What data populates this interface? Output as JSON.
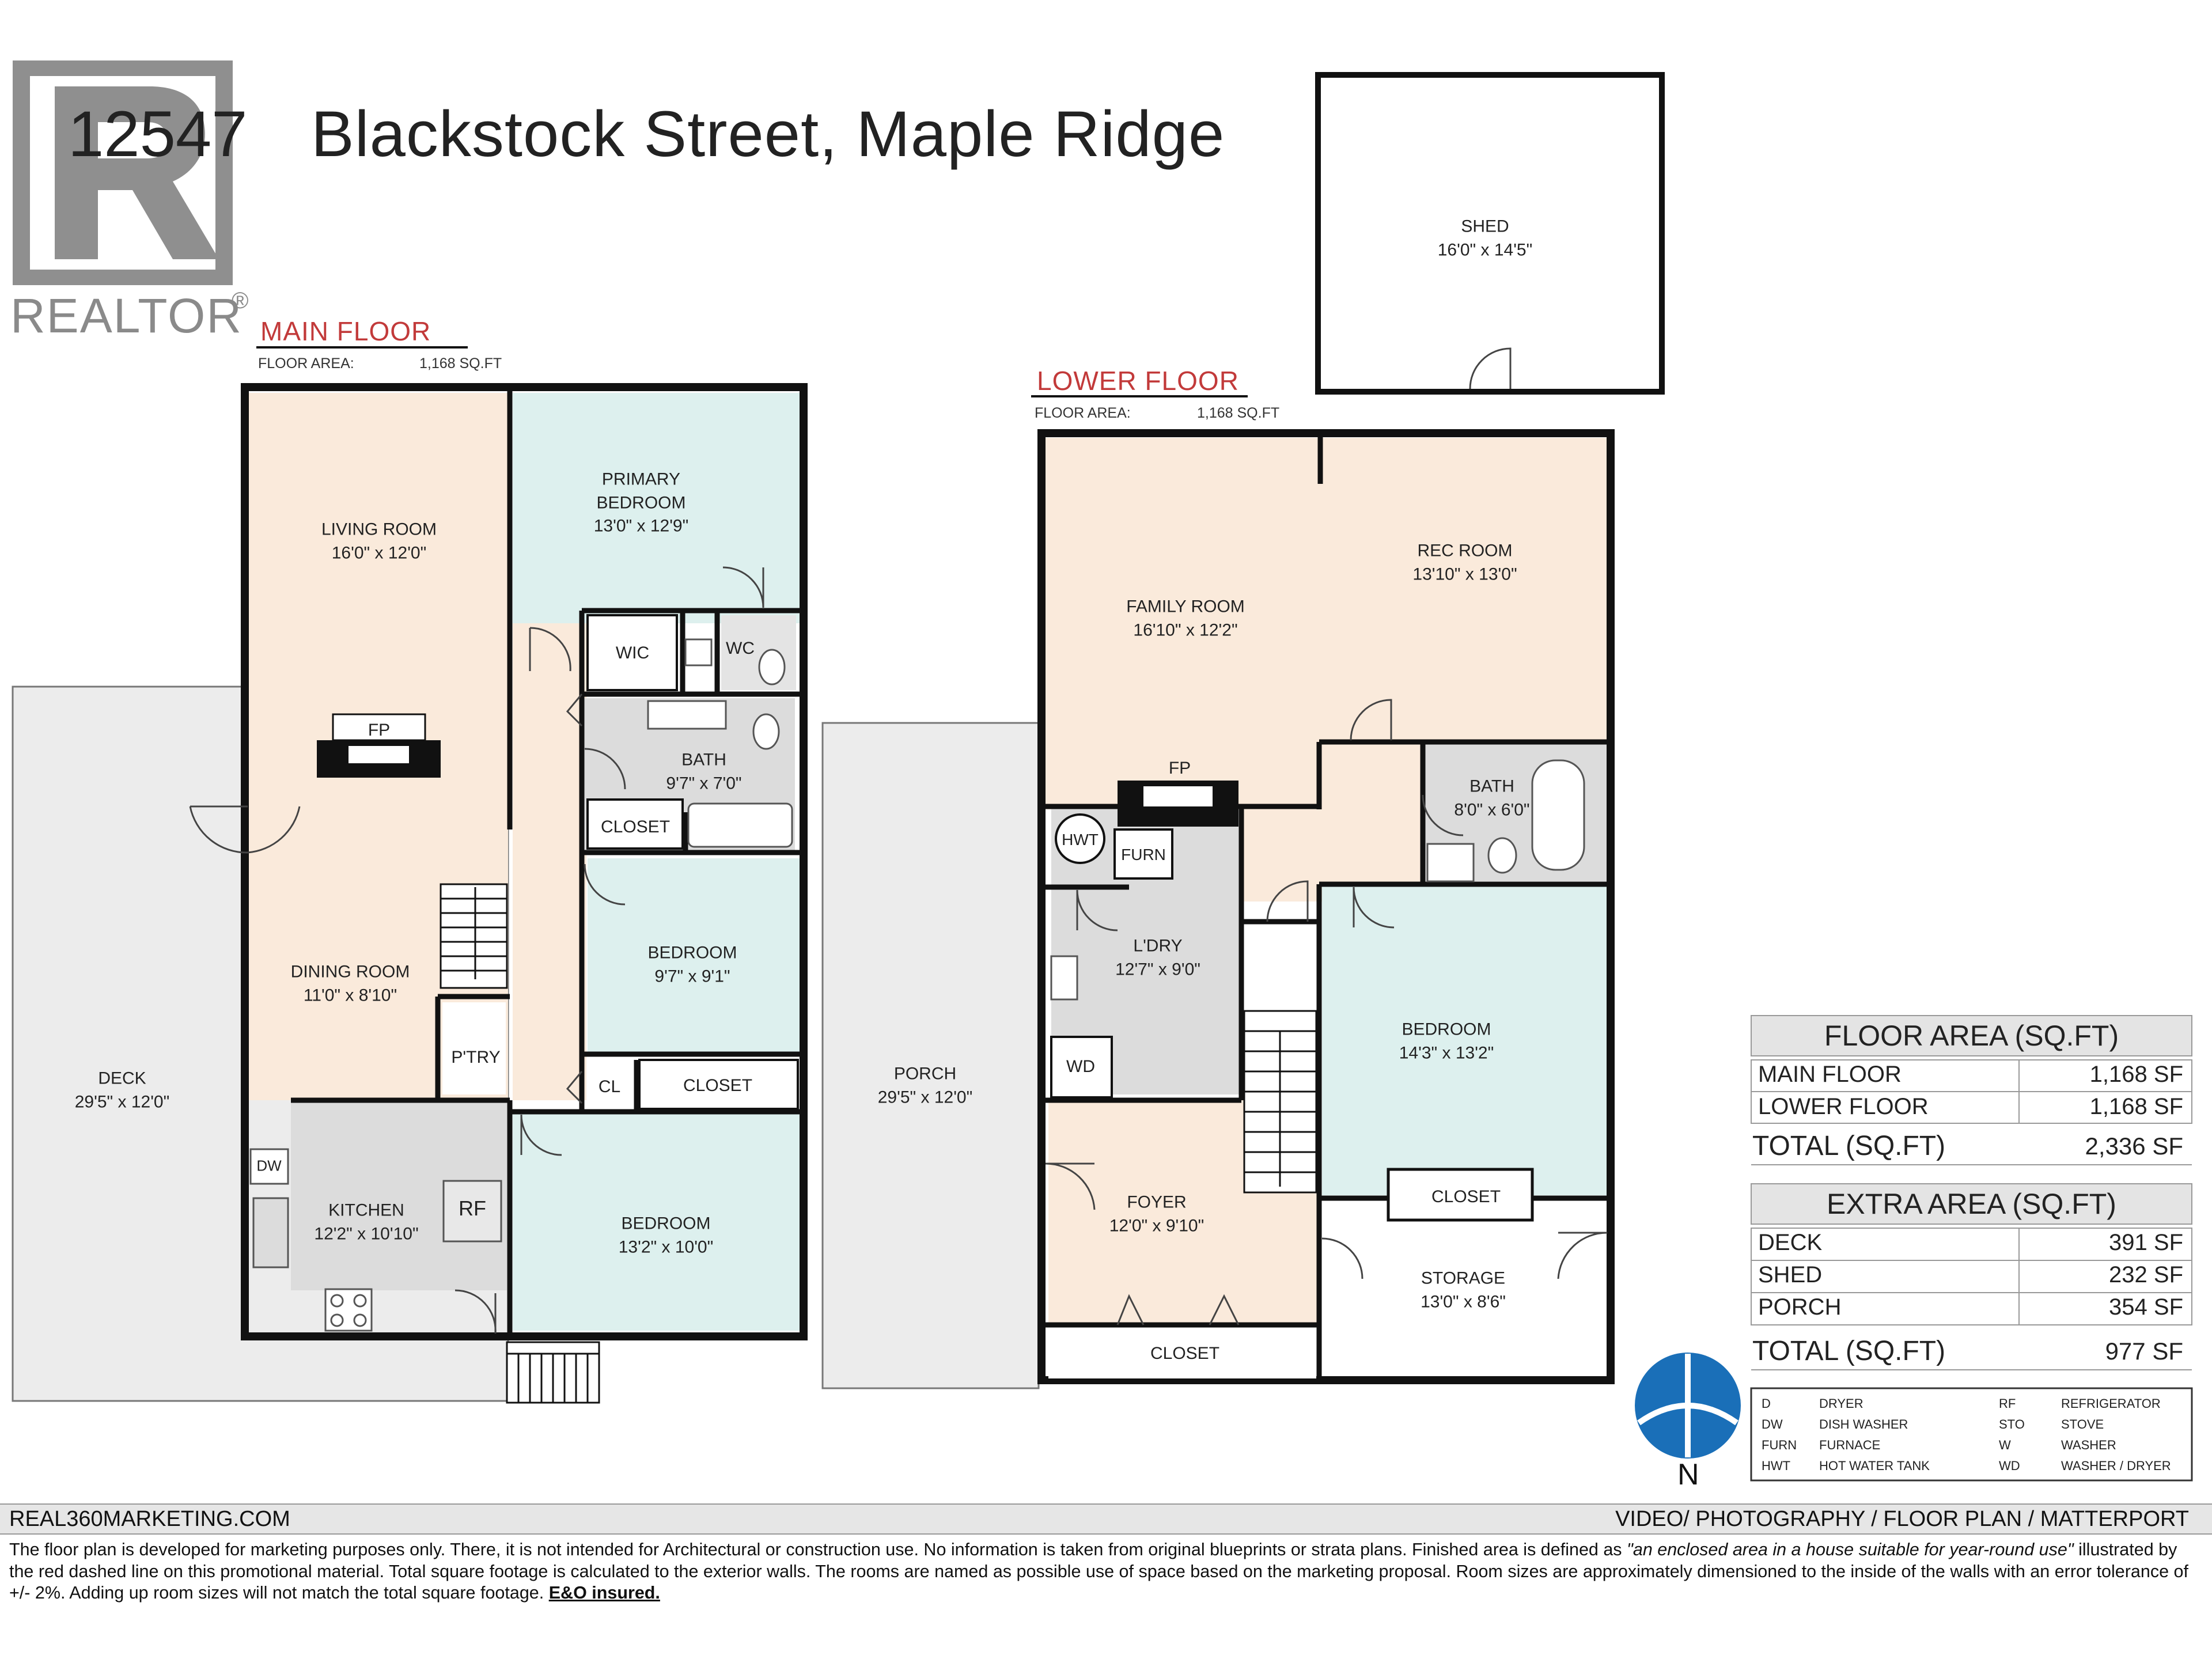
{
  "title": {
    "number": "12547",
    "street": "Blackstock Street, Maple Ridge"
  },
  "logo": {
    "word": "REALTOR",
    "reg": "®"
  },
  "main_floor": {
    "heading": "MAIN FLOOR",
    "area_label": "FLOOR AREA:",
    "area_value": "1,168 SQ.FT"
  },
  "lower_floor": {
    "heading": "LOWER FLOOR",
    "area_label": "FLOOR AREA:",
    "area_value": "1,168 SQ.FT"
  },
  "rooms": {
    "living": {
      "name": "LIVING ROOM",
      "dim": "16'0\" x 12'0\""
    },
    "primary": {
      "name": "PRIMARY",
      "name2": "BEDROOM",
      "dim": "13'0\" x 12'9\""
    },
    "dining": {
      "name": "DINING ROOM",
      "dim": "11'0\" x 8'10\""
    },
    "bath_main": {
      "name": "BATH",
      "dim": "9'7\" x 7'0\""
    },
    "bed_main1": {
      "name": "BEDROOM",
      "dim": "9'7\" x 9'1\""
    },
    "bed_main2": {
      "name": "BEDROOM",
      "dim": "13'2\" x 10'0\""
    },
    "kitchen": {
      "name": "KITCHEN",
      "dim": "12'2\" x 10'10\""
    },
    "deck": {
      "name": "DECK",
      "dim": "29'5\" x 12'0\""
    },
    "porch": {
      "name": "PORCH",
      "dim": "29'5\" x 12'0\""
    },
    "shed": {
      "name": "SHED",
      "dim": "16'0\" x 14'5\""
    },
    "family": {
      "name": "FAMILY ROOM",
      "dim": "16'10\" x 12'2\""
    },
    "rec": {
      "name": "REC ROOM",
      "dim": "13'10\" x 13'0\""
    },
    "bath_lower": {
      "name": "BATH",
      "dim": "8'0\" x 6'0\""
    },
    "laundry": {
      "name": "L'DRY",
      "dim": "12'7\" x 9'0\""
    },
    "bed_lower": {
      "name": "BEDROOM",
      "dim": "14'3\" x 13'2\""
    },
    "foyer": {
      "name": "FOYER",
      "dim": "12'0\" x 9'10\""
    },
    "storage": {
      "name": "STORAGE",
      "dim": "13'0\" x 8'6\""
    }
  },
  "tags": {
    "wic": "WIC",
    "wc": "WC",
    "fp_main": "FP",
    "closet_main1": "CLOSET",
    "closet_main2": "CLOSET",
    "cl": "CL",
    "ptry": "P'TRY",
    "dw": "DW",
    "rf": "RF",
    "fp_lower": "FP",
    "hwt": "HWT",
    "furn": "FURN",
    "wd": "WD",
    "closet_lower1": "CLOSET",
    "closet_lower2": "CLOSET"
  },
  "floor_area_table": {
    "heading": "FLOOR AREA (SQ.FT)",
    "rows": [
      {
        "label": "MAIN FLOOR",
        "value": "1,168 SF"
      },
      {
        "label": "LOWER FLOOR",
        "value": "1,168 SF"
      }
    ],
    "total_label": "TOTAL (SQ.FT)",
    "total_value": "2,336 SF"
  },
  "extra_area_table": {
    "heading": "EXTRA AREA (SQ.FT)",
    "rows": [
      {
        "label": "DECK",
        "value": "391 SF"
      },
      {
        "label": "SHED",
        "value": "232 SF"
      },
      {
        "label": "PORCH",
        "value": "354 SF"
      }
    ],
    "total_label": "TOTAL (SQ.FT)",
    "total_value": "977 SF"
  },
  "legend": [
    {
      "code": "D",
      "meaning": "DRYER"
    },
    {
      "code": "RF",
      "meaning": "REFRIGERATOR"
    },
    {
      "code": "DW",
      "meaning": "DISH WASHER"
    },
    {
      "code": "STO",
      "meaning": "STOVE"
    },
    {
      "code": "FURN",
      "meaning": "FURNACE"
    },
    {
      "code": "W",
      "meaning": "WASHER"
    },
    {
      "code": "HWT",
      "meaning": "HOT WATER TANK"
    },
    {
      "code": "WD",
      "meaning": "WASHER / DRYER"
    }
  ],
  "compass": {
    "label": "N",
    "icon": "north-arrow-icon"
  },
  "footer": {
    "left": "REAL360MARKETING.COM",
    "right": "VIDEO/ PHOTOGRAPHY / FLOOR PLAN / MATTERPORT",
    "disclaimer_a": "The floor plan is developed for marketing purposes only. There, it is not intended for Architectural or construction use. No information is  taken from original blueprints or strata plans. Finished area is defined as ",
    "disclaimer_quote": "\"an enclosed area in a house suitable for year-round use\"",
    "disclaimer_b": " illustrated by the red dashed line on this promotional material. Total square footage is calculated to the exterior walls. The rooms are named as possible use of space based on the marketing proposal. Room sizes are approximately dimensioned to the inside of the walls with an error tolerance of +/- 2%. Adding up room sizes will not match the total square footage. ",
    "disclaimer_eo": "E&O insured."
  },
  "colors": {
    "living": "#faeadb",
    "bedroom": "#ddf0ee",
    "kitchen": "#dcdcdc",
    "outdoor": "#ececec",
    "wall": "#111111",
    "accent_red": "#c23a3a",
    "compass_blue": "#1a6fb8"
  }
}
